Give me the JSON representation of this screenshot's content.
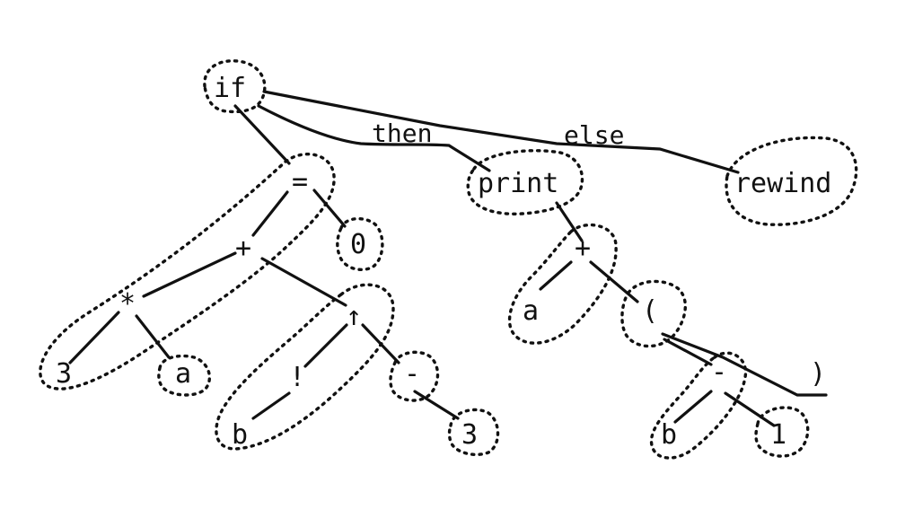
{
  "tree": {
    "root": {
      "label": "if"
    },
    "condition": {
      "eq": "=",
      "plus": "+",
      "times": "*",
      "three": "3",
      "a": "a",
      "zero": "0",
      "power": "↑",
      "bang": "!",
      "b": "b",
      "minus": "-",
      "three2": "3"
    },
    "then_branch": {
      "edge_label": "then",
      "print": "print",
      "plus": "+",
      "a": "a",
      "lparen": "(",
      "rparen": ")",
      "minus": "-",
      "b": "b",
      "one": "1"
    },
    "else_branch": {
      "edge_label": "else",
      "rewind": "rewind"
    }
  }
}
